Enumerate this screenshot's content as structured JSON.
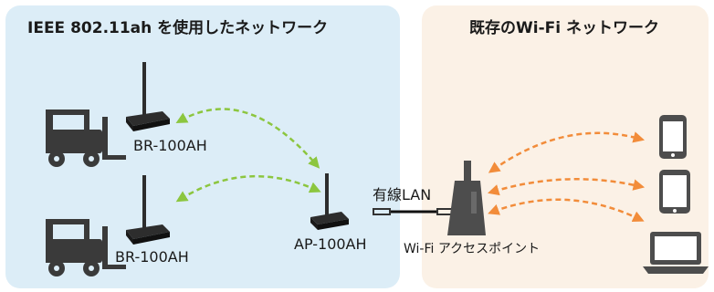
{
  "left_panel": {
    "title": "IEEE 802.11ah を使用したネットワーク"
  },
  "right_panel": {
    "title": "既存のWi-Fi ネットワーク"
  },
  "labels": {
    "bridge_top": "BR-100AH",
    "bridge_bottom": "BR-100AH",
    "access_point": "AP-100AH",
    "wired_lan": "有線LAN",
    "wifi_ap": "Wi-Fi アクセスポイント"
  },
  "icons": [
    "forklift-icon",
    "wireless-bridge-icon",
    "access-point-icon",
    "lan-cable-icon",
    "wifi-router-icon",
    "smartphone-icon",
    "tablet-icon",
    "laptop-icon"
  ],
  "colors": {
    "left_panel_bg": "#dcedf7",
    "right_panel_bg": "#fbf1e6",
    "ah_link": "#8cc63f",
    "wifi_link": "#f28c3a",
    "device": "#4d4d4d"
  }
}
